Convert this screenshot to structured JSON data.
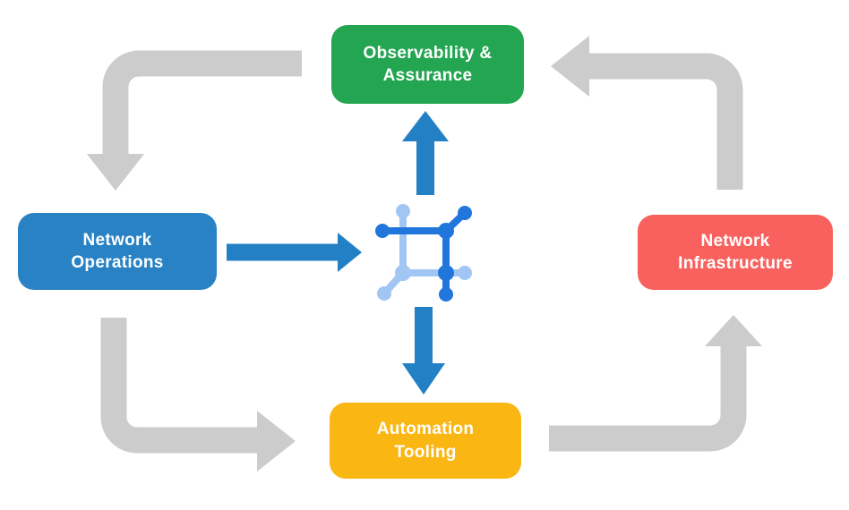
{
  "colors": {
    "background": "#FFFFFF",
    "observability_green": "#23A551",
    "operations_blue": "#2882C4",
    "infrastructure_red": "#F9615E",
    "automation_yellow": "#FAB713",
    "cycle_arrow_gray": "#CCCCCC",
    "data_arrow_blue": "#2380C5",
    "icon_dark_blue": "#2176DC",
    "icon_light_blue": "#A2C6F3",
    "label_text": "#FFFFFF"
  },
  "diagram": {
    "nodes": {
      "observability": {
        "line1": "Observability &",
        "line2": "Assurance",
        "color": "#23A551"
      },
      "operations": {
        "line1": "Network",
        "line2": "Operations",
        "color": "#2882C4"
      },
      "infrastructure": {
        "line1": "Network",
        "line2": "Infrastructure",
        "color": "#F9615E"
      },
      "automation": {
        "line1": "Automation",
        "line2": "Tooling",
        "color": "#FAB713"
      }
    },
    "center_icon": {
      "name": "connected-network-platform-icon",
      "dark_color": "#2176DC",
      "light_color": "#A2C6F3"
    },
    "flows": [
      {
        "from": "Observability & Assurance",
        "to": "Network Operations",
        "type": "cycle-elbow-arrow",
        "color": "#CCCCCC"
      },
      {
        "from": "Network Operations",
        "to": "Automation Tooling",
        "type": "cycle-elbow-arrow",
        "color": "#CCCCCC"
      },
      {
        "from": "Automation Tooling",
        "to": "Network Infrastructure",
        "type": "cycle-elbow-arrow",
        "color": "#CCCCCC"
      },
      {
        "from": "Network Infrastructure",
        "to": "Observability & Assurance",
        "type": "cycle-elbow-arrow",
        "color": "#CCCCCC"
      },
      {
        "from": "Network Operations",
        "to": "center-icon",
        "type": "straight-arrow",
        "color": "#2380C5"
      },
      {
        "from": "center-icon",
        "to": "Observability & Assurance",
        "type": "straight-arrow",
        "color": "#2380C5"
      },
      {
        "from": "center-icon",
        "to": "Automation Tooling",
        "type": "straight-arrow",
        "color": "#2380C5"
      }
    ]
  }
}
